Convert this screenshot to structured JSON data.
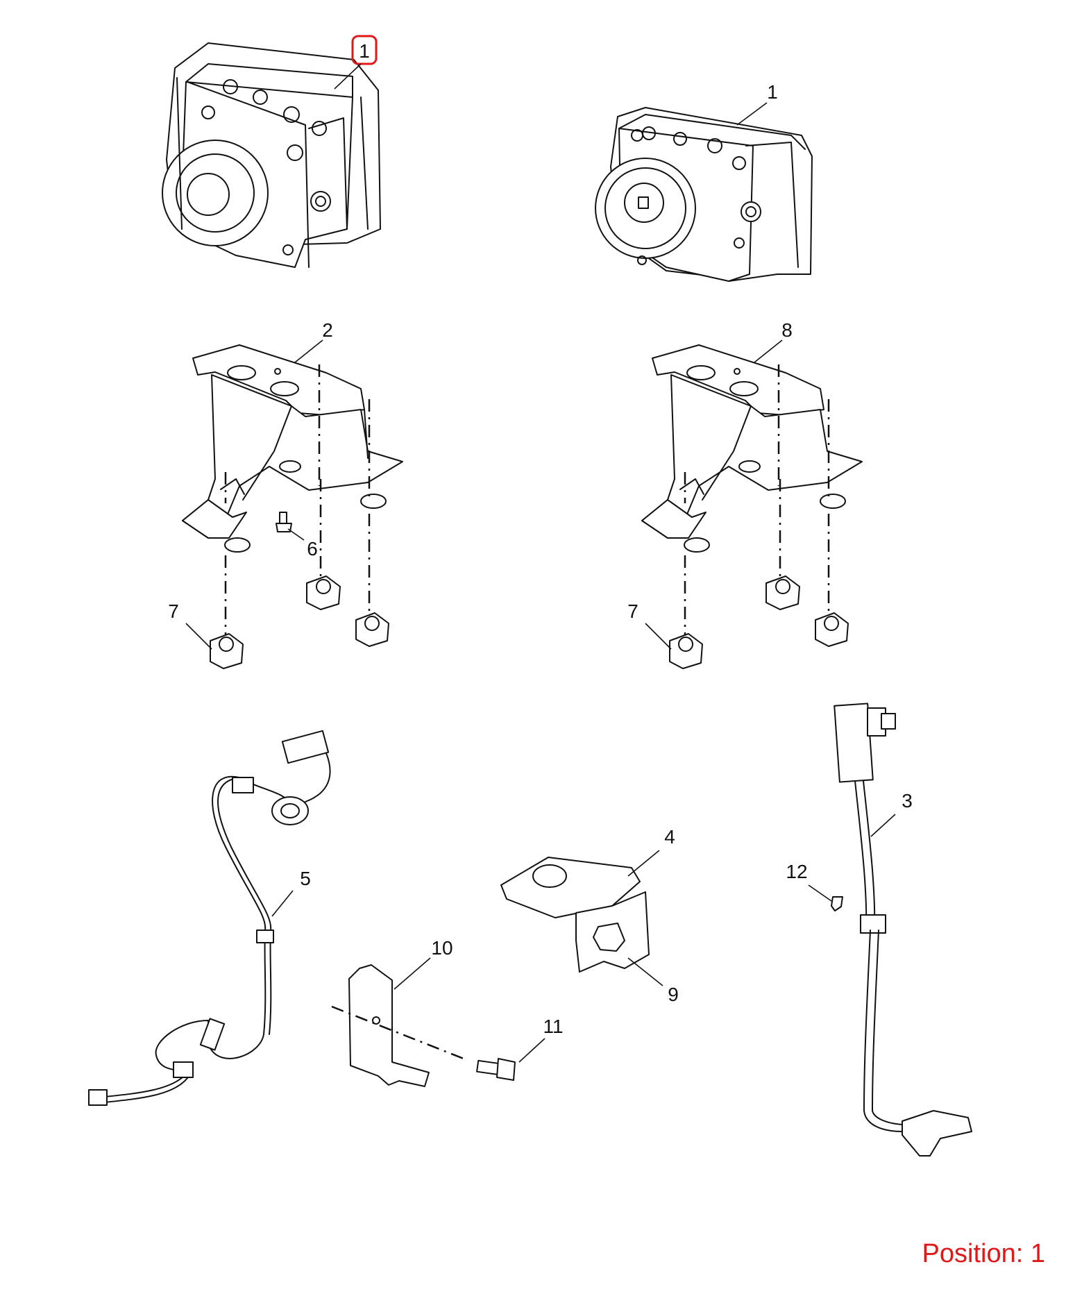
{
  "callouts": {
    "abs_module_left": "1",
    "abs_module_right": "1",
    "bracket_left": "2",
    "bracket_right": "8",
    "stud_bolt": "6",
    "insulator_left": "7",
    "insulator_right": "7",
    "front_sensor": "5",
    "rear_sensor": "3",
    "sensor_bracket": "4",
    "bolt_9": "9",
    "bracket_10": "10",
    "bolt_11": "11",
    "clip_12": "12"
  },
  "position": {
    "label": "Position: 1"
  },
  "colors": {
    "line": "#111111",
    "highlight": "#e01818"
  }
}
